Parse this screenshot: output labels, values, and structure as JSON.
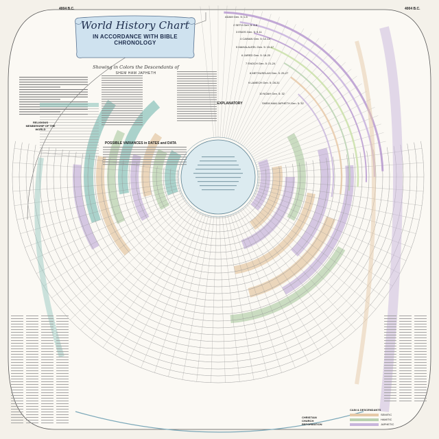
{
  "title": {
    "main": "World History Chart",
    "line2": "IN ACCORDANCE WITH BIBLE CHRONOLOGY",
    "subtitle": "Showing in Colors the Descendants of",
    "names": "SHEM  HAM  JAPHETH"
  },
  "corners": {
    "top_left": "4004 B.C.",
    "top_right": "4004 B.C."
  },
  "sections": {
    "possible_variances": "POSSIBLE VARIANCES in DATES and DATA",
    "explanatory": "EXPLANATORY",
    "religious_membership": "RELIGIOUS MEMBERSHIP OF THE WORLD"
  },
  "generations": [
    "ADAM  Gen. 5: 1-5",
    "2  SETH  Gen. 5: 6-8",
    "3  ENOS  Gen. 5: 9-11",
    "4  CAINAN  Gen. 5: 12-14",
    "5  MAHALALEEL  Gen. 5: 15-17",
    "6  JARED  Gen. 5: 18-20",
    "7  ENOCH  Gen. 5: 21-24",
    "8  METHUSELAH  Gen. 5: 25-27",
    "9  LAMECH  Gen. 5: 28-31",
    "10  NOAH  Gen. 5: 32",
    "SHEM  HAM  JAPHETH  Gen. 5: 32"
  ],
  "legend": {
    "heading": "CAIN & DESCENDANTS",
    "items": [
      {
        "label": "SEMITIC",
        "color": "#e6c9a8"
      },
      {
        "label": "HAMITIC",
        "color": "#b9d2b0"
      },
      {
        "label": "JAPHETIC",
        "color": "#c8b6dc"
      }
    ],
    "extra": [
      "CHRISTIAN",
      "CHURCH",
      "REFORMATION"
    ]
  },
  "colors": {
    "paper": "#f4f1ea",
    "semitic": "#e6c9a8",
    "hamitic": "#b9d2b0",
    "japhetic": "#c8b6dc",
    "teal": "#8fc4bd",
    "banner": "#cfe2ef",
    "ink": "#1b2a4a"
  }
}
